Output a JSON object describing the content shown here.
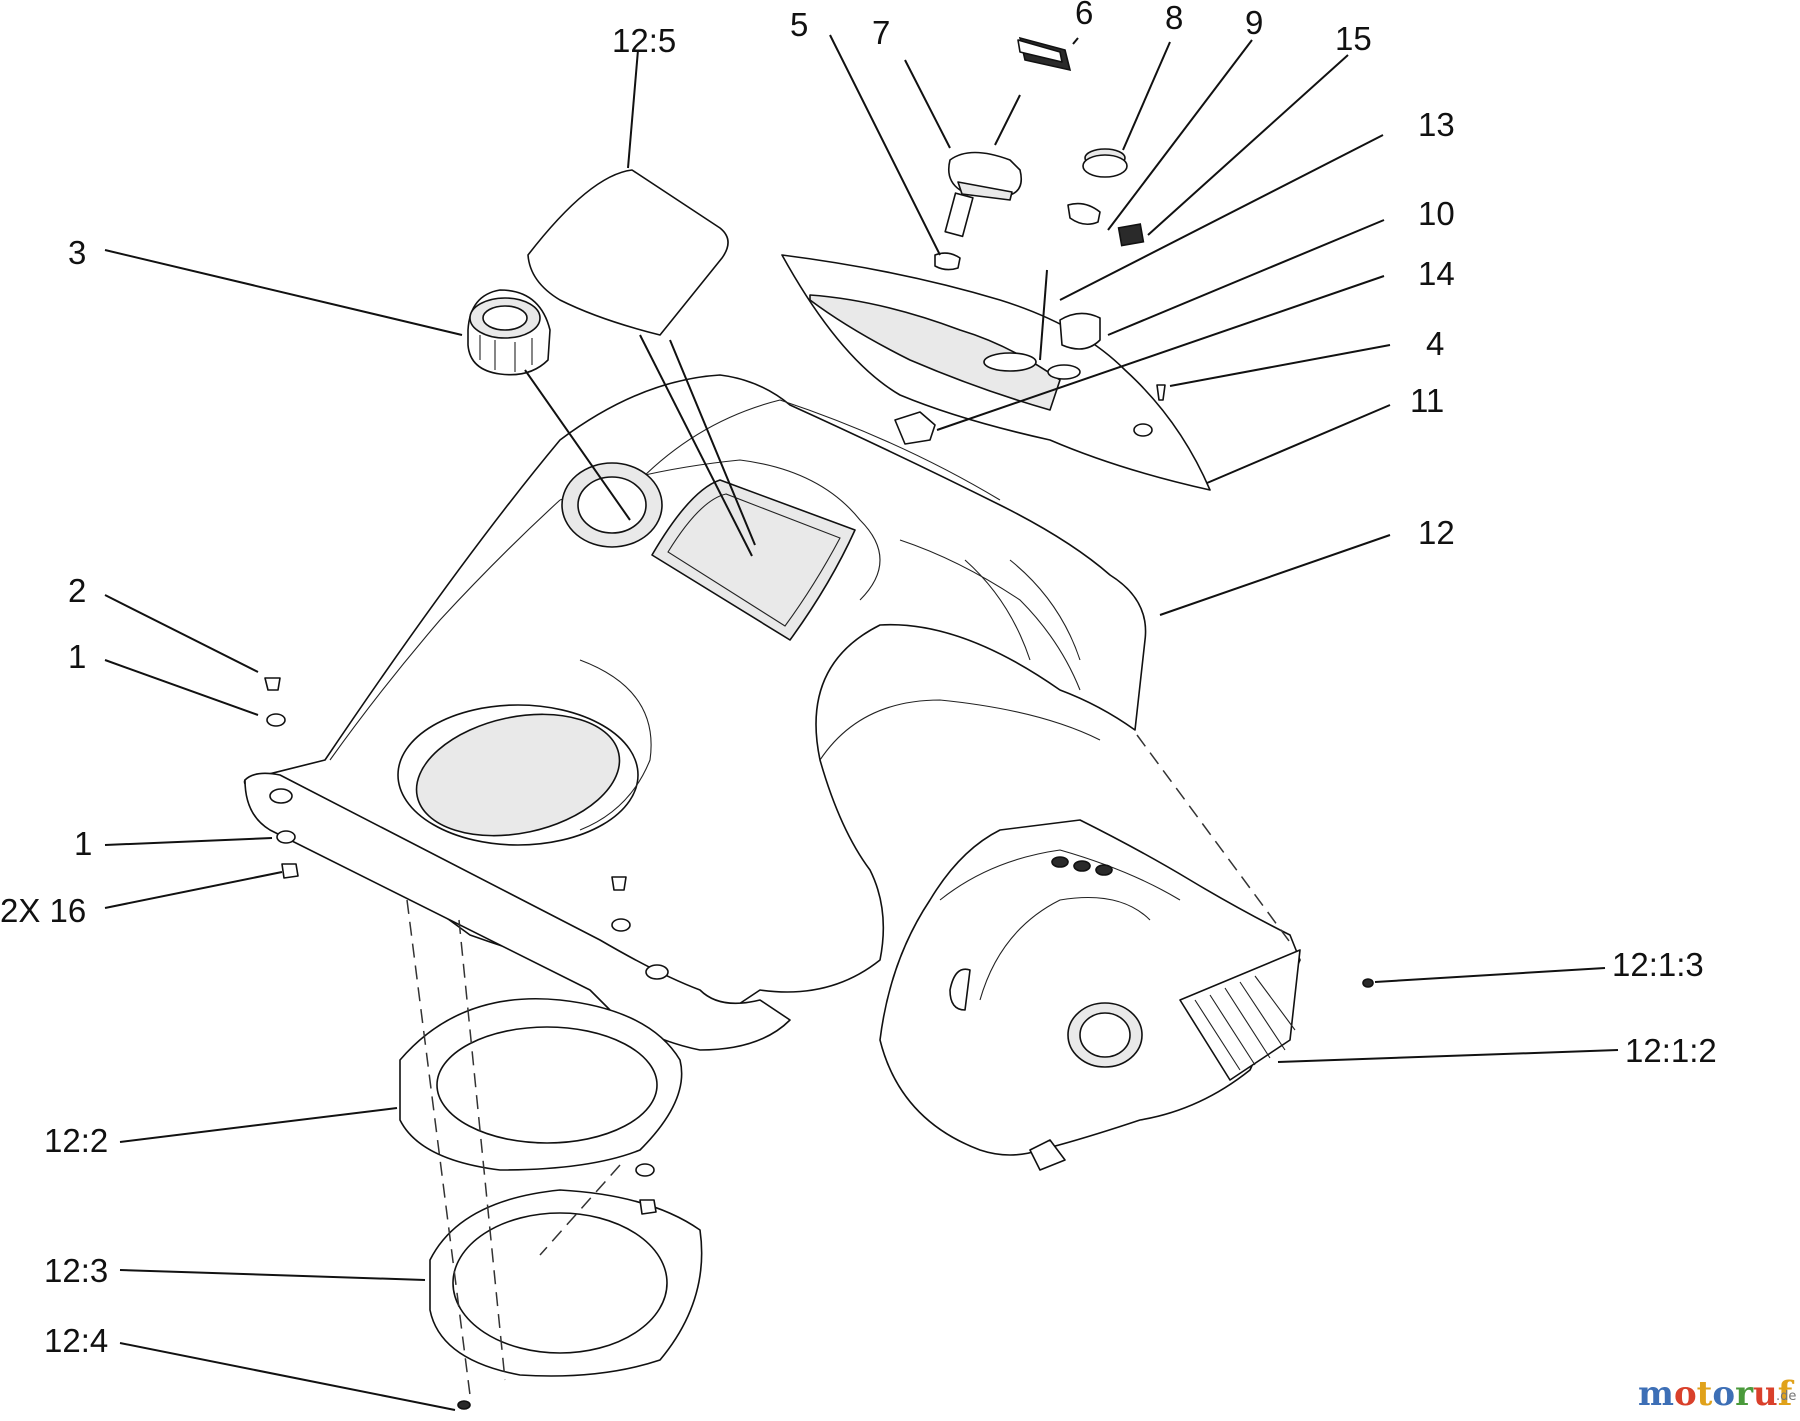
{
  "labels": {
    "l_6": "6",
    "l_5": "5",
    "l_7": "7",
    "l_8": "8",
    "l_9": "9",
    "l_15": "15",
    "l_12_5": "12:5",
    "l_13": "13",
    "l_10": "10",
    "l_3": "3",
    "l_14": "14",
    "l_4": "4",
    "l_11": "11",
    "l_12": "12",
    "l_2": "2",
    "l_1a": "1",
    "l_1b": "1",
    "l_2x16": "2X 16",
    "l_12_1_3": "12:1:3",
    "l_12_1_2": "12:1:2",
    "l_12_2": "12:2",
    "l_12_3": "12:3",
    "l_12_4": "12:4"
  },
  "watermark": {
    "m": "m",
    "o1": "o",
    "t": "t",
    "o2": "o",
    "r": "r",
    "u": "u",
    "f": "f",
    "suffix": ".de",
    "colors": {
      "m": "#3d6fb6",
      "o1": "#d9402b",
      "t": "#e0a21b",
      "o2": "#3d6fb6",
      "r": "#4a9a3b",
      "u": "#d9402b",
      "f": "#e0a21b"
    }
  }
}
